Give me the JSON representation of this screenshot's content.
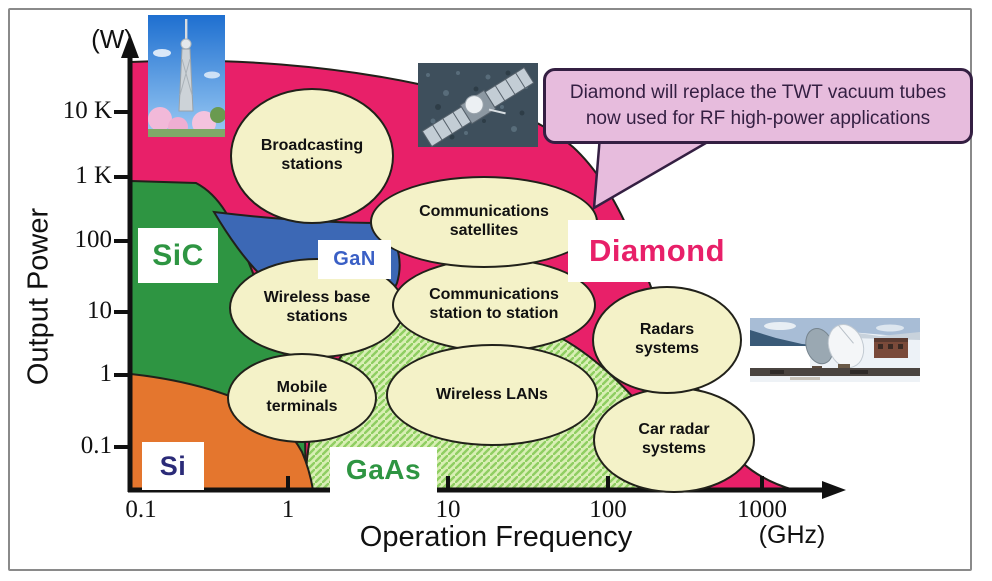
{
  "chart_data": {
    "type": "area",
    "title": "RF semiconductor application map: output power vs operation frequency",
    "xlabel": "Operation Frequency",
    "x_unit": "GHz",
    "ylabel": "Output Power",
    "y_unit": "W",
    "x_scale": "log",
    "y_scale": "log",
    "xlim": [
      0.1,
      1000
    ],
    "ylim": [
      0.1,
      30000
    ],
    "x_ticks": [
      0.1,
      1,
      10,
      100,
      1000
    ],
    "y_ticks": [
      0.1,
      1,
      10,
      100,
      1000,
      10000
    ],
    "grid": false,
    "regions": [
      {
        "name": "Si",
        "color": "#E4762E",
        "freq_range_ghz": [
          0.1,
          2
        ],
        "power_range_w": [
          0.1,
          1
        ]
      },
      {
        "name": "SiC",
        "color": "#2E9542",
        "freq_range_ghz": [
          0.1,
          3
        ],
        "power_range_w": [
          0.1,
          1000
        ]
      },
      {
        "name": "GaN",
        "color": "#3C68B5",
        "freq_range_ghz": [
          1.5,
          20
        ],
        "power_range_w": [
          10,
          400
        ]
      },
      {
        "name": "GaAs",
        "color": "#D9EFB5",
        "freq_range_ghz": [
          2,
          80
        ],
        "power_range_w": [
          0.1,
          10
        ]
      },
      {
        "name": "Diamond",
        "color": "#E82069",
        "freq_range_ghz": [
          0.1,
          1000
        ],
        "power_range_w": [
          0.1,
          30000
        ]
      }
    ],
    "applications": [
      {
        "label": "Broadcasting stations",
        "freq_ghz": 1.4,
        "power_w": 2000
      },
      {
        "label": "Communications satellites",
        "freq_ghz": 16,
        "power_w": 200
      },
      {
        "label": "Wireless base stations",
        "freq_ghz": 1.5,
        "power_w": 12
      },
      {
        "label": "Communications station to station",
        "freq_ghz": 19,
        "power_w": 14
      },
      {
        "label": "Mobile terminals",
        "freq_ghz": 1.2,
        "power_w": 0.5
      },
      {
        "label": "Wireless LANs",
        "freq_ghz": 18,
        "power_w": 0.55
      },
      {
        "label": "Radars systems",
        "freq_ghz": 230,
        "power_w": 4
      },
      {
        "label": "Car radar systems",
        "freq_ghz": 250,
        "power_w": 0.2
      }
    ],
    "annotation": "Diamond will replace the TWT vacuum tubes now used for RF high-power applications"
  },
  "figure": {
    "y_unit": "(W)",
    "x_unit": "(GHz)",
    "y_label": "Output Power",
    "x_label": "Operation Frequency",
    "y_ticks": [
      "10 K",
      "1 K",
      "100",
      "10",
      "1",
      "0.1"
    ],
    "x_ticks": [
      "0.1",
      "1",
      "10",
      "100",
      "1000"
    ],
    "region_labels": {
      "sic": "SiC",
      "gan": "GaN",
      "si": "Si",
      "gaas": "GaAs",
      "diamond": "Diamond"
    },
    "applications": {
      "broadcasting": "Broadcasting stations",
      "satellites": "Communications satellites",
      "wireless_base": "Wireless base stations",
      "station_to_station": "Communications station to station",
      "mobile": "Mobile terminals",
      "wlans": "Wireless LANs",
      "radars": "Radars systems",
      "car_radar": "Car radar systems"
    },
    "callout": {
      "line1": "Diamond will replace the TWT vacuum tubes",
      "line2": "now used for RF high-power applications"
    },
    "photos": [
      "tokyo-skytree",
      "communications-satellite",
      "ground-station-dishes"
    ],
    "colors": {
      "diamond_pink": "#E82069",
      "sic_green": "#2E9542",
      "gan_blue": "#3C68B5",
      "si_orange": "#E4762E",
      "gaas_base": "#D9EFB5",
      "gaas_hatch": "#8FCE62",
      "ellipse_fill": "#F4F2C8",
      "bubble_fill": "#E7BCDD",
      "bubble_ink": "#341F42"
    }
  }
}
